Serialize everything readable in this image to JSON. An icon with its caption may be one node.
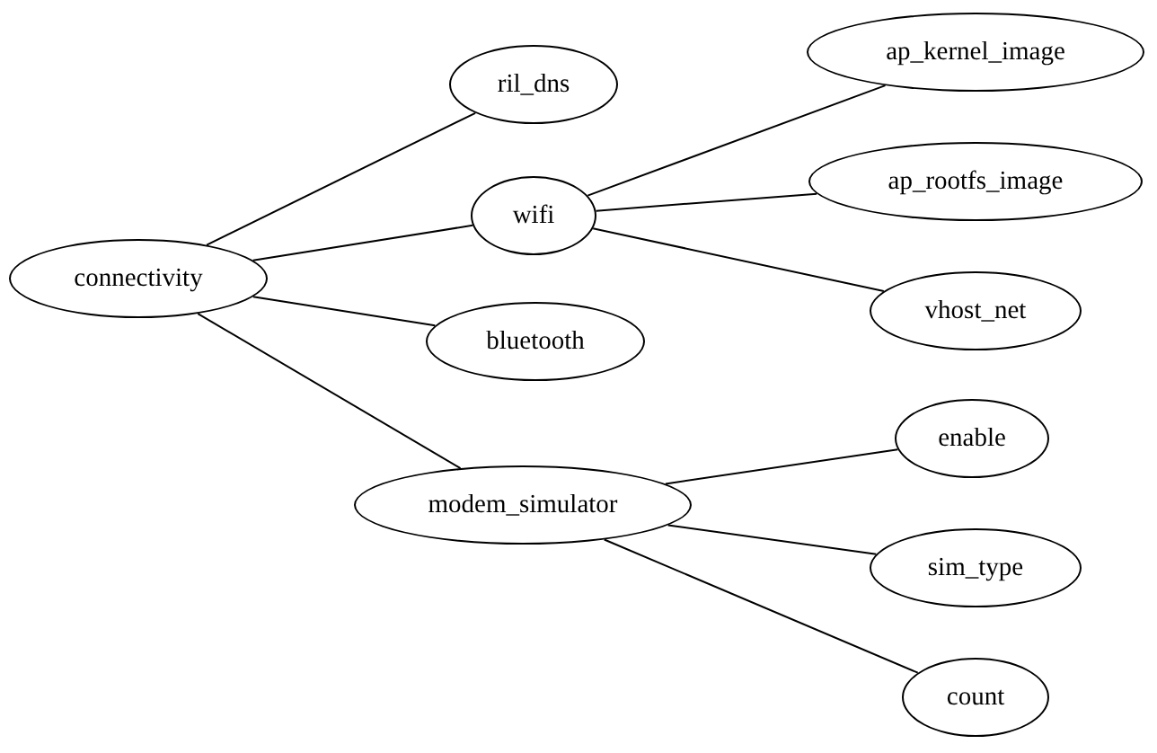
{
  "diagram": {
    "nodes": [
      {
        "text": [
          "connectivity"
        ]
      },
      {
        "text": [
          "ril_dns"
        ]
      },
      {
        "text": [
          "wifi"
        ]
      },
      {
        "text": [
          "bluetooth"
        ]
      },
      {
        "text": [
          "modem_simulator"
        ]
      },
      {
        "text": [
          "ap_kernel_image"
        ]
      },
      {
        "text": [
          "ap_rootfs_image"
        ]
      },
      {
        "text": [
          "vhost_net"
        ]
      },
      {
        "text": [
          "enable"
        ]
      },
      {
        "text": [
          "sim_type"
        ]
      },
      {
        "text": [
          "count"
        ]
      }
    ],
    "edges": [
      {
        "from": 0,
        "to": 1,
        "arrow": "none"
      },
      {
        "from": 0,
        "to": 2,
        "arrow": "none"
      },
      {
        "from": 0,
        "to": 3,
        "arrow": "none"
      },
      {
        "from": 0,
        "to": 4,
        "arrow": "none"
      },
      {
        "from": 2,
        "to": 5,
        "arrow": "none"
      },
      {
        "from": 2,
        "to": 6,
        "arrow": "none"
      },
      {
        "from": 2,
        "to": 7,
        "arrow": "none"
      },
      {
        "from": 4,
        "to": 8,
        "arrow": "none"
      },
      {
        "from": 4,
        "to": 9,
        "arrow": "none"
      },
      {
        "from": 4,
        "to": 10,
        "arrow": "none"
      }
    ]
  }
}
